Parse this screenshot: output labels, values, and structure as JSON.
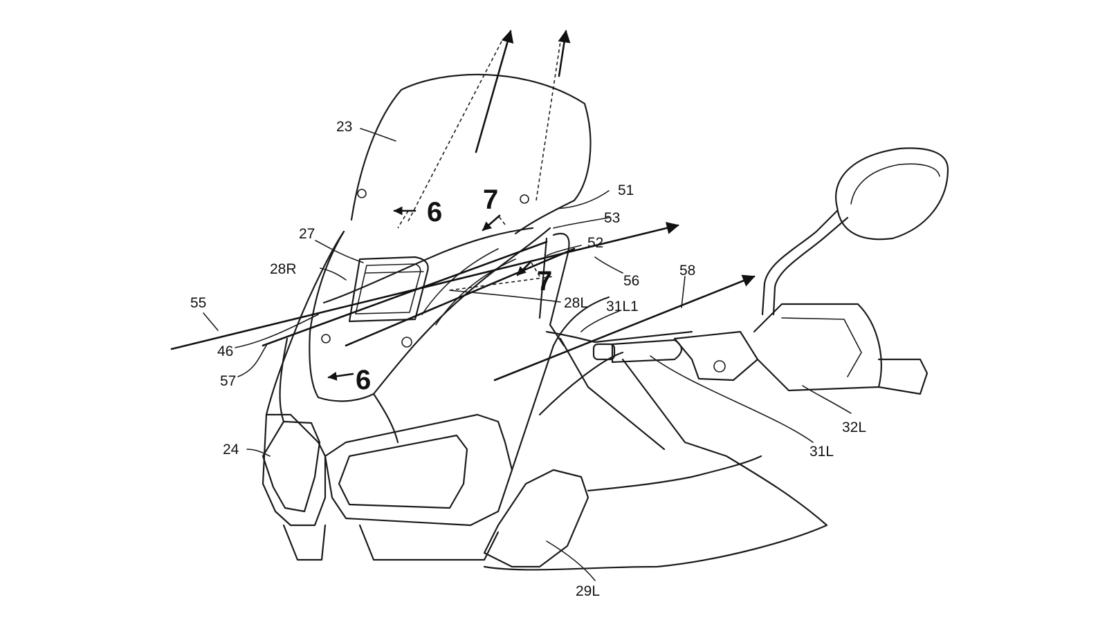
{
  "diagram": {
    "labels": {
      "l23": "23",
      "l27": "27",
      "l28R": "28R",
      "l55": "55",
      "l46": "46",
      "l57": "57",
      "l24": "24",
      "l51": "51",
      "l53": "53",
      "l52": "52",
      "l56": "56",
      "l58": "58",
      "l28L": "28L",
      "l31L1": "31L1",
      "l31L": "31L",
      "l32L": "32L",
      "l29L": "29L"
    },
    "section_marks": {
      "s6_top": "6",
      "s6_bottom": "6",
      "s7_top": "7",
      "s7_mid": "7"
    }
  },
  "colors": {
    "line": "#1a1a1a",
    "background": "#ffffff"
  }
}
